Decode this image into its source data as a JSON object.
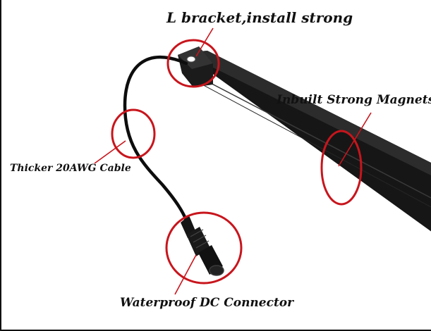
{
  "callouts": {
    "bracket": "L bracket,install strong",
    "magnets": "Inbuilt Strong Magnets",
    "cable": "Thicker 20AWG Cable",
    "connector": "Waterproof DC Connector"
  },
  "colors": {
    "highlight_ring": "#c8151c",
    "profile": "#141414",
    "cable": "#0d0d0d",
    "background": "#ffffff"
  }
}
